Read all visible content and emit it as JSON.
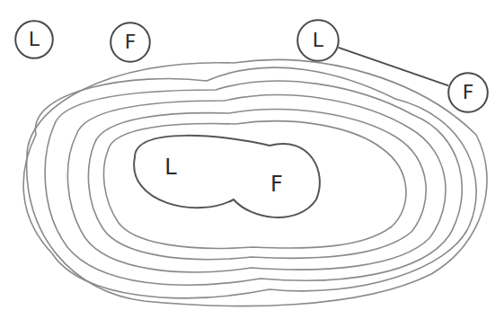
{
  "diagram": {
    "nodes": [
      {
        "text": [
          "L"
        ]
      },
      {
        "text": [
          "F"
        ]
      },
      {
        "text": [
          "L"
        ]
      },
      {
        "text": [
          "F"
        ]
      }
    ],
    "edges": [
      {
        "from": 2,
        "to": 3,
        "arrow": "none"
      }
    ],
    "labels": [
      "L",
      "F"
    ]
  }
}
